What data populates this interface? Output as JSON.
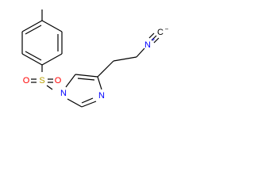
{
  "atoms": {
    "sulfonyl_s": {
      "symbol": "S",
      "color": "#b8a000"
    },
    "sulfonyl_o_left": {
      "symbol": "O",
      "color": "#ff0000"
    },
    "sulfonyl_o_right": {
      "symbol": "O",
      "color": "#ff0000"
    },
    "imidazole_n1": {
      "symbol": "N",
      "color": "#0000ff"
    },
    "imidazole_n3": {
      "symbol": "N",
      "color": "#0000ff"
    },
    "isocyano_n": {
      "symbol": "N",
      "charge": "+",
      "color": "#0000ff"
    },
    "isocyano_c": {
      "symbol": "C",
      "charge": "−",
      "color": "#000000"
    }
  },
  "bond_color": "#000000"
}
